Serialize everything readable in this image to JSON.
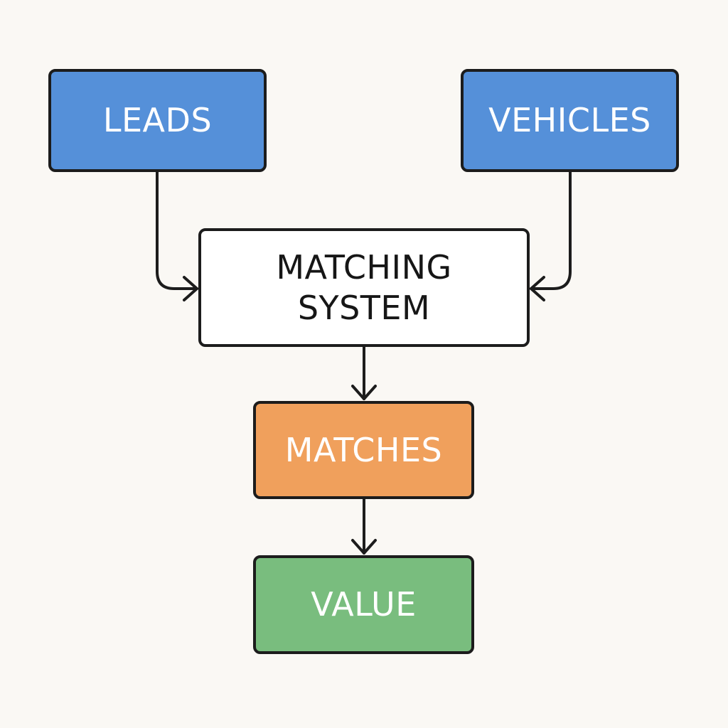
{
  "diagram": {
    "nodes": {
      "leads": {
        "label": "LEADS",
        "fill": "#5590d9"
      },
      "vehicles": {
        "label": "VEHICLES",
        "fill": "#5590d9"
      },
      "matching_system": {
        "label": "MATCHING\nSYSTEM",
        "fill": "#ffffff"
      },
      "matches": {
        "label": "MATCHES",
        "fill": "#f0a05c"
      },
      "value": {
        "label": "VALUE",
        "fill": "#79bd7e"
      }
    },
    "edges": [
      {
        "from": "leads",
        "to": "matching_system"
      },
      {
        "from": "vehicles",
        "to": "matching_system"
      },
      {
        "from": "matching_system",
        "to": "matches"
      },
      {
        "from": "matches",
        "to": "value"
      }
    ],
    "colors": {
      "background": "#faf8f4",
      "stroke": "#1c1c1c"
    }
  }
}
